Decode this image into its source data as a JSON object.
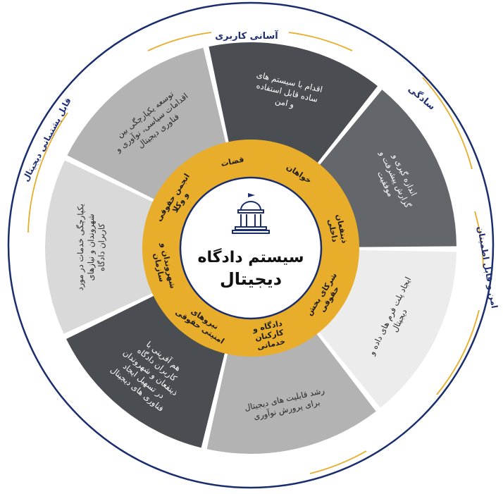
{
  "center": {
    "title_line1": "سیستم دادگاه",
    "title_line2": "دیجیتال",
    "icon": "courthouse-icon"
  },
  "stakeholders": [
    "قضات",
    "خواهان",
    "ذینفعان داخلی",
    "شرکای بخش حقوقی",
    "دادگاه و کارکنان خدماتی",
    "نیروهای امنیتی حقوقی",
    "شهروندان و سازمان",
    "انجمن حقوقی و وکلا"
  ],
  "segments": [
    {
      "text": "توسعه یکپارچگی بین اقدامات سیاسی، نوآوری و فناوری دیجیتال",
      "color": "#b3b3b3"
    },
    {
      "text": "اقدام با سیستم های ساده قابل استفاده و امن",
      "color": "#4a4d52"
    },
    {
      "text": "اندازه گیری و گزارش پیشرفت و موفقیت",
      "color": "#63666b"
    },
    {
      "text": "ایجاد پلت فرم های داده و دیجیتال",
      "color": "#ececec"
    },
    {
      "text": "رشد قابلیت های دیجیتال برای پرورش نوآوری",
      "color": "#b3b3b3"
    },
    {
      "text": "هم آفرینی با کاربران دادگاه ذینفعان و شهروندان در تسهیل ایجاد فناوری های دیجیتال",
      "color": "#4a4d52"
    },
    {
      "text": "یکپارچگی خدمات در مورد شهروندان و نیازهای کاربران دادگاه",
      "color": "#d9d9d9"
    }
  ],
  "outer_labels": [
    "آسانی کاربری",
    "سادگی",
    "امن و قابل اطمینان",
    "قابل پشتیبانی دیجیتال"
  ],
  "colors": {
    "gold": "#e8ad2a",
    "outline": "#1a2e6e",
    "label_blue": "#1f2f75",
    "arc_gold": "#e8ad2a"
  }
}
